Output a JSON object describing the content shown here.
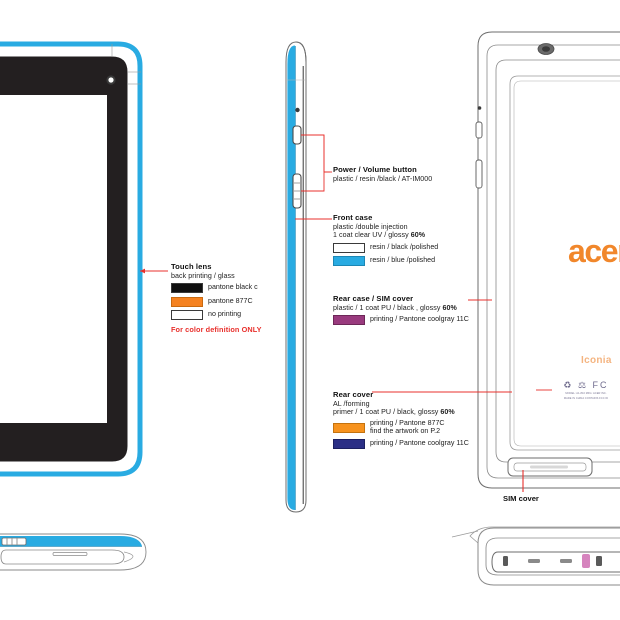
{
  "document": {
    "kind": "product-industrial-design-spec",
    "subject": "Acer Iconia tablet colour / material / finish drawing"
  },
  "views": {
    "front_view": {
      "name": "front-view",
      "label": ""
    },
    "side_view": {
      "name": "side-profile-view",
      "label": ""
    },
    "rear_view": {
      "name": "rear-view",
      "label": ""
    },
    "bottom_left_view": {
      "name": "bottom-edge-view",
      "label": ""
    },
    "bottom_right_view": {
      "name": "bottom-edge-perspective-view",
      "label": ""
    }
  },
  "annotations": {
    "touch_lens": {
      "title": "Touch lens",
      "sub1": "back printing / glass",
      "swatches": [
        {
          "name": "pantone-black-c",
          "color": "#101010",
          "label": "pantone black c"
        },
        {
          "name": "pantone-877c",
          "color": "#f58220",
          "label": "pantone 877C"
        },
        {
          "name": "no-printing",
          "color": "#ffffff",
          "label": "no printing"
        }
      ],
      "note": "For color definition ONLY"
    },
    "power_volume": {
      "title": "Power / Volume button",
      "sub1": "plastic / resin /black / AT-IM000"
    },
    "front_case": {
      "title": "Front case",
      "sub1": "plastic  /double injection",
      "sub2": "1 coat clear UV / glossy ",
      "sub2_bold": "60%",
      "swatches": [
        {
          "name": "resin-black-polished",
          "color": "#ffffff",
          "label": "resin / black /polished"
        },
        {
          "name": "resin-blue-polished",
          "color": "#29abe2",
          "label": "resin / blue /polished"
        }
      ]
    },
    "rear_case_sim": {
      "title": "Rear case / SIM cover",
      "sub1": "plastic / 1 coat PU / black , glossy ",
      "sub1_bold": "60%",
      "swatches": [
        {
          "name": "printing-pantone-coolgray-11c",
          "color": "#993a7e",
          "label": "printing / Pantone coolgray 11C"
        }
      ]
    },
    "rear_cover": {
      "title": "Rear cover",
      "sub1": "AL /forming",
      "sub2": "primer / 1 coat PU / black,  glossy ",
      "sub2_bold": "60%",
      "swatches": [
        {
          "name": "printing-pantone-877c",
          "color": "#f7931e",
          "label": "printing / Pantone 877C",
          "label2": "find the artwork on P.2"
        },
        {
          "name": "printing-pantone-coolgray-11c",
          "color": "#2b2f86",
          "label": "printing / Pantone coolgray 11C"
        }
      ]
    },
    "sim_cover": {
      "title": "SIM cover"
    }
  },
  "rear_panel": {
    "brand": "acer",
    "product": "Iconia",
    "regulatory_icons": "♻ ⚖ FC",
    "regulatory_line1": "MODEL: A1-810   MFG: ACER INC.",
    "regulatory_line2": "MADE IN CHINA   CONTAINS FCC ID"
  },
  "colors": {
    "accent_blue": "#29abe2",
    "leader_red": "#e8302c",
    "brand_orange": "#f07d1a",
    "line_gray": "#6d6d6d",
    "bezel_black": "#231f20"
  }
}
